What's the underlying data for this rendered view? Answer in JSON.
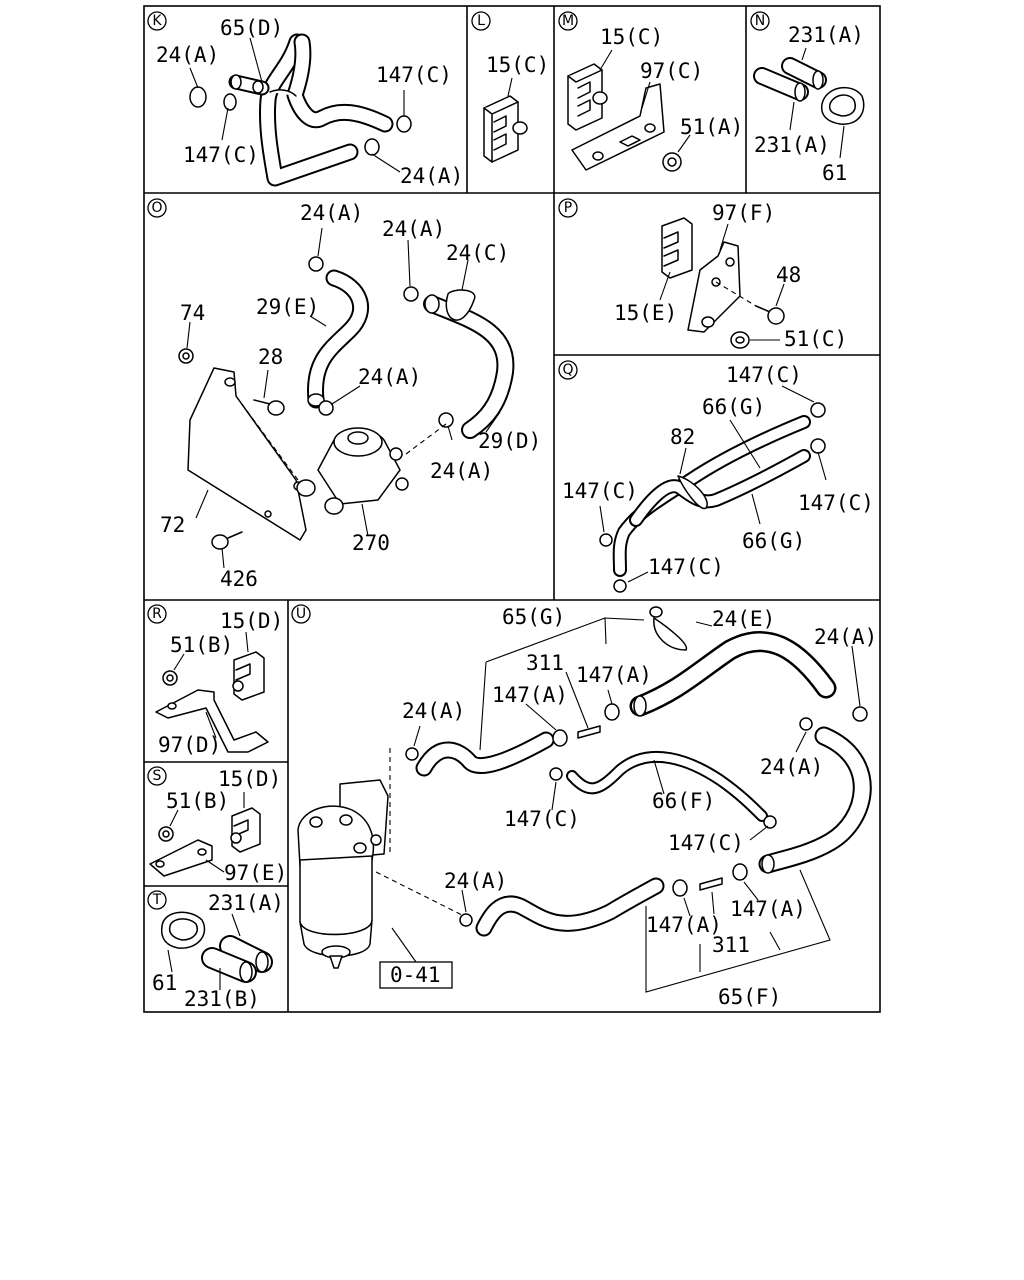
{
  "sections": {
    "K": {
      "letter": "K",
      "labels": [
        "65(D)",
        "24(A)",
        "147(C)",
        "147(C)",
        "24(A)"
      ]
    },
    "L": {
      "letter": "L",
      "labels": [
        "15(C)"
      ]
    },
    "M": {
      "letter": "M",
      "labels": [
        "15(C)",
        "97(C)",
        "51(A)"
      ]
    },
    "N": {
      "letter": "N",
      "labels": [
        "231(A)",
        "231(A)",
        "61"
      ]
    },
    "O": {
      "letter": "O",
      "labels": [
        "24(A)",
        "24(A)",
        "24(C)",
        "29(E)",
        "74",
        "28",
        "24(A)",
        "29(D)",
        "24(A)",
        "72",
        "270",
        "426"
      ]
    },
    "P": {
      "letter": "P",
      "labels": [
        "97(F)",
        "48",
        "15(E)",
        "51(C)"
      ]
    },
    "Q": {
      "letter": "Q",
      "labels": [
        "147(C)",
        "66(G)",
        "82",
        "147(C)",
        "147(C)",
        "66(G)",
        "147(C)"
      ]
    },
    "R": {
      "letter": "R",
      "labels": [
        "15(D)",
        "51(B)",
        "97(D)"
      ]
    },
    "S": {
      "letter": "S",
      "labels": [
        "15(D)",
        "51(B)",
        "97(E)"
      ]
    },
    "T": {
      "letter": "T",
      "labels": [
        "231(A)",
        "61",
        "231(B)"
      ]
    },
    "U": {
      "letter": "U",
      "labels": [
        "65(G)",
        "24(E)",
        "311",
        "147(A)",
        "24(A)",
        "147(A)",
        "24(A)",
        "24(A)",
        "147(C)",
        "66(F)",
        "147(C)",
        "24(A)",
        "147(A)",
        "147(A)",
        "311",
        "65(F)",
        "0-41"
      ]
    }
  }
}
